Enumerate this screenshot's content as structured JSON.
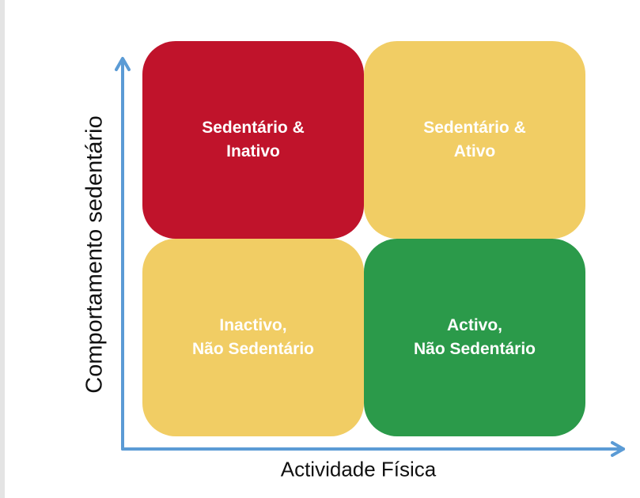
{
  "colors": {
    "red": "#c0132b",
    "yellow": "#f1cd64",
    "green": "#2b9a4a",
    "axis": "#5b9bd5"
  },
  "axes": {
    "y_label": "Comportamento sedentário",
    "x_label": "Actividade Física"
  },
  "quadrants": [
    {
      "line1": "Sedentário &",
      "line2": "Inativo"
    },
    {
      "line1": "Sedentário &",
      "line2": "Ativo"
    },
    {
      "line1": "Inactivo,",
      "line2": "Não Sedentário"
    },
    {
      "line1": "Activo,",
      "line2": "Não Sedentário"
    }
  ]
}
